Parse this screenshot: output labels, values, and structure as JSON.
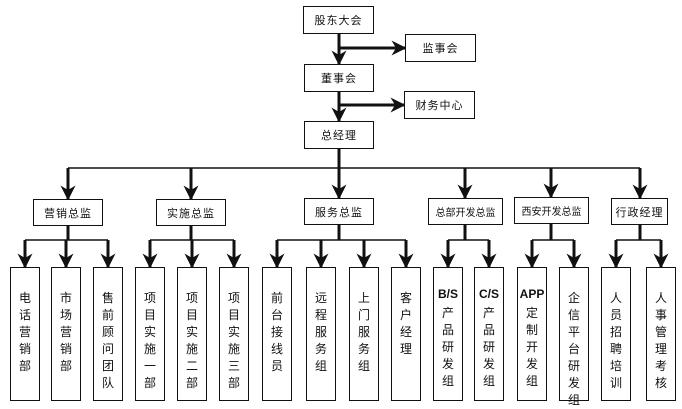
{
  "diagram": {
    "type": "org-chart",
    "top": [
      {
        "id": "shareholders",
        "label": "股东大会"
      },
      {
        "id": "board",
        "label": "董事会"
      },
      {
        "id": "gm",
        "label": "总经理"
      }
    ],
    "side": [
      {
        "id": "supervisors",
        "label": "监事会",
        "from": "shareholders"
      },
      {
        "id": "finance",
        "label": "财务中心",
        "from": "board"
      }
    ],
    "departments": [
      {
        "id": "sales-director",
        "label": "营销总监",
        "children": [
          {
            "label": "电话营销部",
            "latin": ""
          },
          {
            "label": "市场营销部",
            "latin": ""
          },
          {
            "label": "售前顾问团队",
            "latin": ""
          }
        ]
      },
      {
        "id": "implementation-director",
        "label": "实施总监",
        "children": [
          {
            "label": "项目实施一部",
            "latin": ""
          },
          {
            "label": "项目实施二部",
            "latin": ""
          },
          {
            "label": "项目实施三部",
            "latin": ""
          }
        ]
      },
      {
        "id": "service-director",
        "label": "服务总监",
        "children": [
          {
            "label": "前台接线员",
            "latin": ""
          },
          {
            "label": "远程服务组",
            "latin": ""
          },
          {
            "label": "上门服务组",
            "latin": ""
          },
          {
            "label": "客户经理",
            "latin": ""
          }
        ]
      },
      {
        "id": "hq-dev-director",
        "label": "总部开发总监",
        "children": [
          {
            "label": "产品研发组",
            "latin": "B/S"
          },
          {
            "label": "产品研发组",
            "latin": "C/S"
          }
        ]
      },
      {
        "id": "xian-dev-director",
        "label": "西安开发总监",
        "children": [
          {
            "label": "定制开发组",
            "latin": "APP"
          },
          {
            "label": "企信平台研发组",
            "latin": ""
          }
        ]
      },
      {
        "id": "admin-manager",
        "label": "行政经理",
        "children": [
          {
            "label": "人员招聘培训",
            "latin": ""
          },
          {
            "label": "人事管理考核",
            "latin": ""
          }
        ]
      }
    ]
  }
}
